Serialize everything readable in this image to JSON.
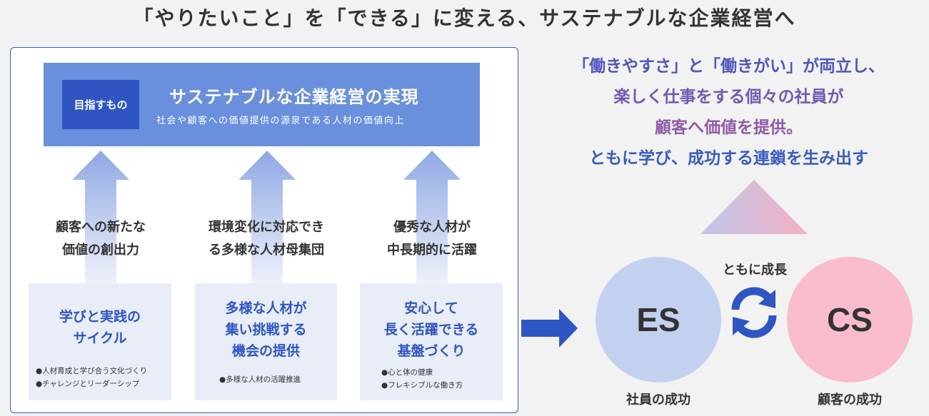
{
  "title": "「やりたいこと」を「できる」に変える、サステナブルな企業経営へ",
  "goal": {
    "tag": "目指すもの",
    "title": "サステナブルな企業経営の実現",
    "subtitle": "社会や顧客への価値提供の源泉である人材の価値向上"
  },
  "outcomes": [
    {
      "line1": "顧客への新たな",
      "line2": "価値の創出力"
    },
    {
      "line1": "環境変化に対応でき",
      "line2": "る多様な人材母集団"
    },
    {
      "line1": "優秀な人材が",
      "line2": "中長期的に活躍"
    }
  ],
  "pillars": [
    {
      "title": [
        "学びと実践の",
        "サイクル"
      ],
      "bullets": [
        "●人材育成と学び合う文化づくり",
        "●チャレンジとリーダーシップ"
      ]
    },
    {
      "title": [
        "多様な人材が",
        "集い挑戦する",
        "機会の提供"
      ],
      "bullets": [
        "●多様な人材の活躍推進"
      ]
    },
    {
      "title": [
        "安心して",
        "長く活躍できる",
        "基盤づくり"
      ],
      "bullets": [
        "●心と体の健康",
        "●フレキシブルな働き方"
      ]
    }
  ],
  "vision": [
    "「働きやすさ」と「働きがい」が両立し、",
    "楽しく仕事をする個々の社員が",
    "顧客へ価値を提供。",
    "ともに学び、成功する連鎖を生み出す"
  ],
  "cycle": {
    "label": "ともに成長",
    "es": "ES",
    "cs": "CS",
    "es_caption": "社員の成功",
    "cs_caption": "顧客の成功"
  },
  "colors": {
    "accent_blue": "#2e55c2",
    "goal_blue": "#6a8fdc",
    "es_circle": "#c3d1f1",
    "cs_circle": "#f9bccb",
    "vision_start": "#3c55c0",
    "vision_end": "#e56a96"
  },
  "icons": {
    "up_arrow": "up-arrow-icon",
    "right_arrow": "right-arrow-icon",
    "cycle": "cycle-arrows-icon",
    "triangle": "triangle-icon"
  }
}
